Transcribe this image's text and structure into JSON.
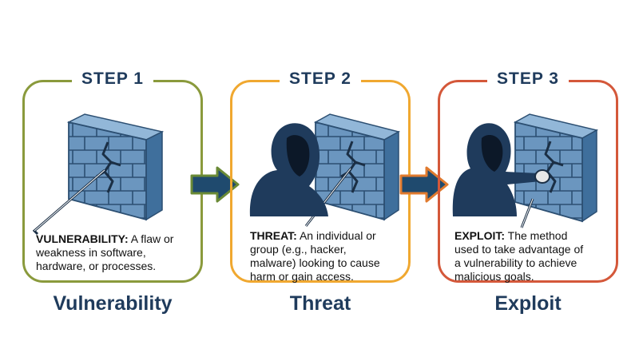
{
  "steps": [
    {
      "step_label": "STEP 1",
      "term": "VULNERABILITY:",
      "definition_lines": [
        " A flaw or",
        "weakness in software,",
        "hardware, or processes."
      ],
      "title": "Vulnerability",
      "color": "#8a9a3c"
    },
    {
      "step_label": "STEP 2",
      "term": "THREAT:",
      "definition_lines": [
        " An individual or",
        "group (e.g., hacker,",
        "malware) looking to cause",
        " harm or gain access."
      ],
      "title": "Threat",
      "color": "#f0a830"
    },
    {
      "step_label": "STEP 3",
      "term": "EXPLOIT:",
      "definition_lines": [
        " The method",
        "used to take advantage of",
        "a vulnerability to achieve",
        "malicious goals."
      ],
      "title": "Exploit",
      "color": "#d4583a"
    }
  ],
  "icons": {
    "wall": "brick-wall-icon",
    "crack": "crack-icon",
    "hacker": "hooded-figure-icon",
    "arrow": "right-arrow-icon"
  },
  "colors": {
    "navy": "#1f3b5c",
    "brick": "#6b96bf",
    "brick_top": "#92b7d8",
    "brick_side": "#3f6f9c",
    "arrow_dark": "#1f4a6e",
    "arrow_green": "#6a8a36",
    "arrow_orange": "#e07a2e"
  }
}
